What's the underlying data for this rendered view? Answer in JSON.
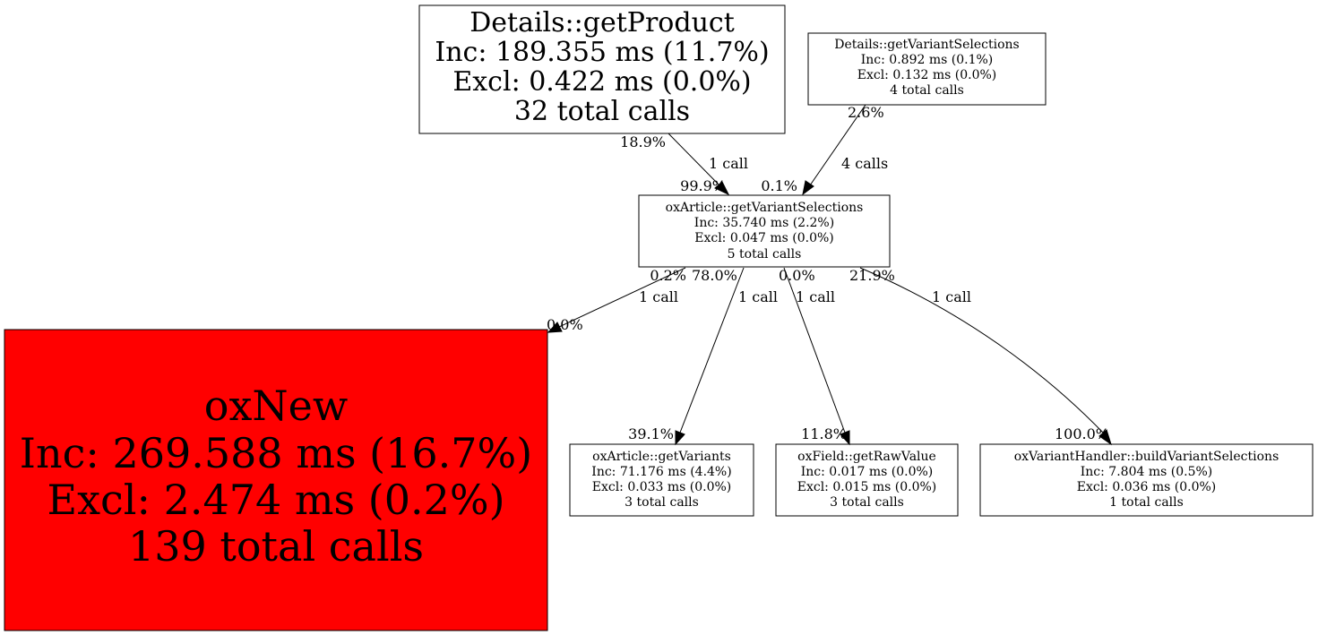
{
  "nodes": {
    "details_getproduct": {
      "name": "Details::getProduct",
      "inc": "Inc: 189.355 ms (11.7%)",
      "excl": "Excl: 0.422 ms (0.0%)",
      "calls": "32 total calls",
      "fill": "#ffffff"
    },
    "details_getvariantselections": {
      "name": "Details::getVariantSelections",
      "inc": "Inc: 0.892 ms (0.1%)",
      "excl": "Excl: 0.132 ms (0.0%)",
      "calls": "4 total calls",
      "fill": "#ffffff"
    },
    "oxarticle_getvariantselections": {
      "name": "oxArticle::getVariantSelections",
      "inc": "Inc: 35.740 ms (2.2%)",
      "excl": "Excl: 0.047 ms (0.0%)",
      "calls": "5 total calls",
      "fill": "#ffffff"
    },
    "oxnew": {
      "name": "oxNew",
      "inc": "Inc: 269.588 ms (16.7%)",
      "excl": "Excl: 2.474 ms (0.2%)",
      "calls": "139 total calls",
      "fill": "#ff0000"
    },
    "oxarticle_getvariants": {
      "name": "oxArticle::getVariants",
      "inc": "Inc: 71.176 ms (4.4%)",
      "excl": "Excl: 0.033 ms (0.0%)",
      "calls": "3 total calls",
      "fill": "#ffffff"
    },
    "oxfield_getrawvalue": {
      "name": "oxField::getRawValue",
      "inc": "Inc: 0.017 ms (0.0%)",
      "excl": "Excl: 0.015 ms (0.0%)",
      "calls": "3 total calls",
      "fill": "#ffffff"
    },
    "oxvarianthandler_buildvariantselections": {
      "name": "oxVariantHandler::buildVariantSelections",
      "inc": "Inc: 7.804 ms (0.5%)",
      "excl": "Excl: 0.036 ms (0.0%)",
      "calls": "1 total calls",
      "fill": "#ffffff"
    }
  },
  "edges": [
    {
      "from": "Details::getProduct",
      "to": "oxArticle::getVariantSelections",
      "tail_pct": "18.9%",
      "calls": "1 call",
      "head_pct": "99.9%"
    },
    {
      "from": "Details::getVariantSelections",
      "to": "oxArticle::getVariantSelections",
      "tail_pct": "2.6%",
      "calls": "4 calls",
      "head_pct": "0.1%"
    },
    {
      "from": "oxArticle::getVariantSelections",
      "to": "oxNew",
      "tail_pct": "0.2%",
      "calls": "1 call",
      "head_pct": "0.0%"
    },
    {
      "from": "oxArticle::getVariantSelections",
      "to": "oxArticle::getVariants",
      "tail_pct": "78.0%",
      "calls": "1 call",
      "head_pct": "39.1%"
    },
    {
      "from": "oxArticle::getVariantSelections",
      "to": "oxField::getRawValue",
      "tail_pct": "0.0%",
      "calls": "1 call",
      "head_pct": "11.8%"
    },
    {
      "from": "oxArticle::getVariantSelections",
      "to": "oxVariantHandler::buildVariantSelections",
      "tail_pct": "21.9%",
      "calls": "1 call",
      "head_pct": "100.0%"
    }
  ]
}
